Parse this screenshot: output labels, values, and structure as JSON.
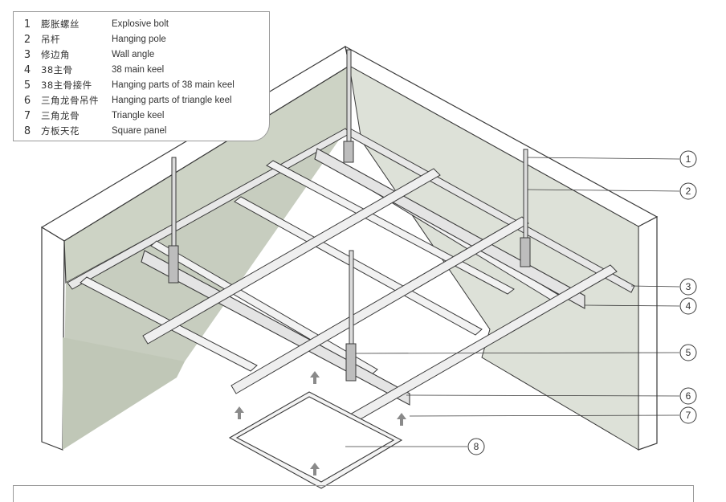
{
  "legend": [
    {
      "num": "1",
      "zh": "膨胀螺丝",
      "en": "Explosive bolt"
    },
    {
      "num": "2",
      "zh": "吊杆",
      "en": "Hanging pole"
    },
    {
      "num": "3",
      "zh": "修边角",
      "en": "Wall angle"
    },
    {
      "num": "4",
      "zh": "38主骨",
      "en": "38 main keel"
    },
    {
      "num": "5",
      "zh": "38主骨接件",
      "en": "Hanging parts of 38 main keel"
    },
    {
      "num": "6",
      "zh": "三角龙骨吊件",
      "en": "Hanging parts of triangle keel"
    },
    {
      "num": "7",
      "zh": "三角龙骨",
      "en": "Triangle keel"
    },
    {
      "num": "8",
      "zh": "方板天花",
      "en": "Square panel"
    }
  ],
  "callouts": [
    "1",
    "2",
    "3",
    "4",
    "5",
    "6",
    "7",
    "8"
  ],
  "colors": {
    "wall_face": "#cdd3c5",
    "wall_top": "#ffffff",
    "line": "#3a3a3a",
    "metal": "#e8e8e8",
    "arrow": "#8a8a8a"
  }
}
